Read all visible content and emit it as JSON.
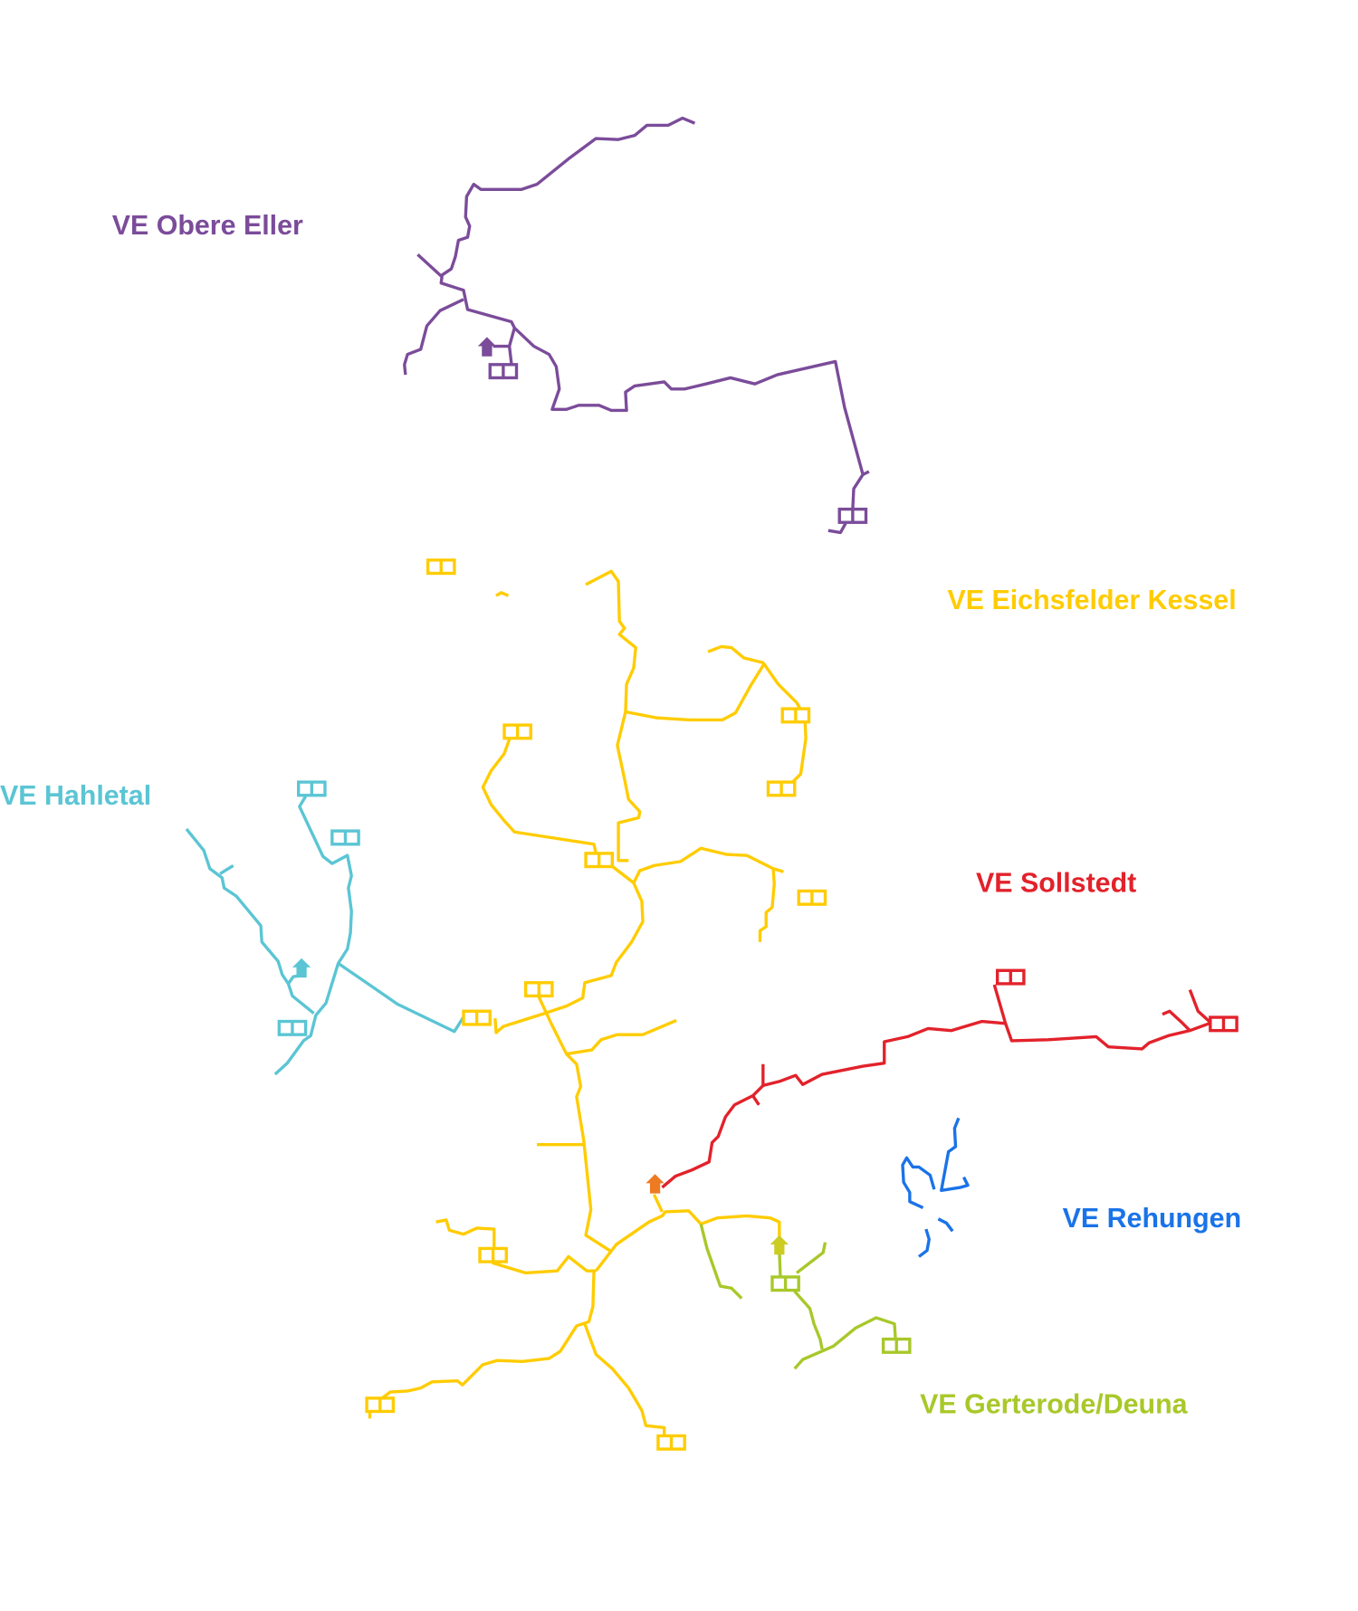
{
  "networks": [
    {
      "id": "obere-eller",
      "label": "VE Obere Eller",
      "color": "#7B4C9A"
    },
    {
      "id": "eichsfelder-kessel",
      "label": "VE Eichsfelder Kessel",
      "color": "#FFCC00"
    },
    {
      "id": "hahletal",
      "label": "VE Hahletal",
      "color": "#5BC5D4"
    },
    {
      "id": "sollstedt",
      "label": "VE Sollstedt",
      "color": "#E2222B"
    },
    {
      "id": "rehungen",
      "label": "VE Rehungen",
      "color": "#1A73E8"
    },
    {
      "id": "gerterode-deuna",
      "label": "VE Gerterode/Deuna",
      "color": "#A8C82A"
    }
  ],
  "feed_in_colors": {
    "orange": "#EE7B22",
    "olive": "#CCCC22"
  }
}
